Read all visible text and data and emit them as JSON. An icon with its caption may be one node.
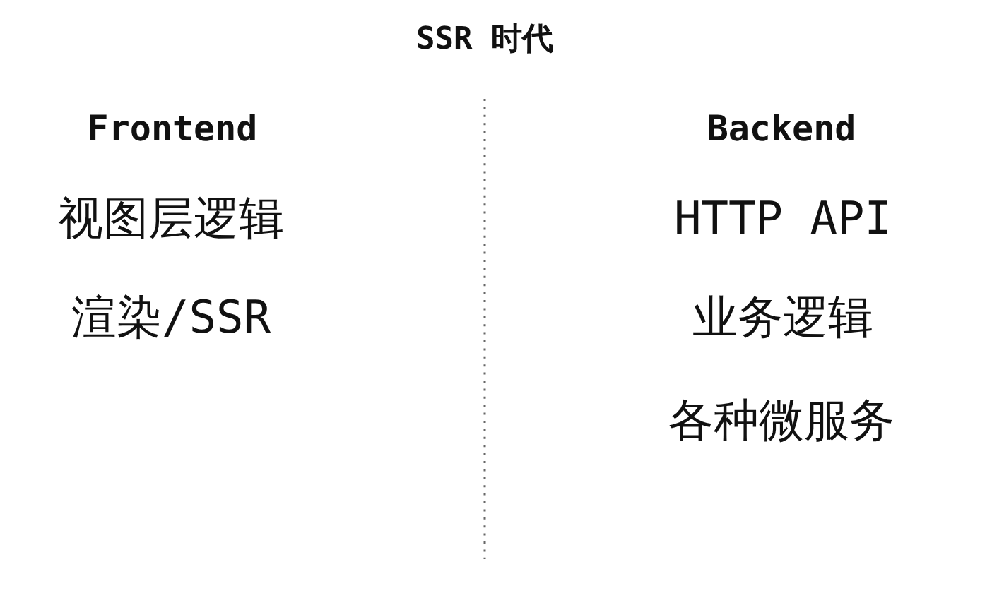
{
  "diagram": {
    "title": "SSR 时代",
    "labels": [
      "Frontend",
      "视图层逻辑",
      "渲染/SSR",
      "Backend",
      "HTTP API",
      "业务逻辑",
      "各种微服务"
    ]
  }
}
